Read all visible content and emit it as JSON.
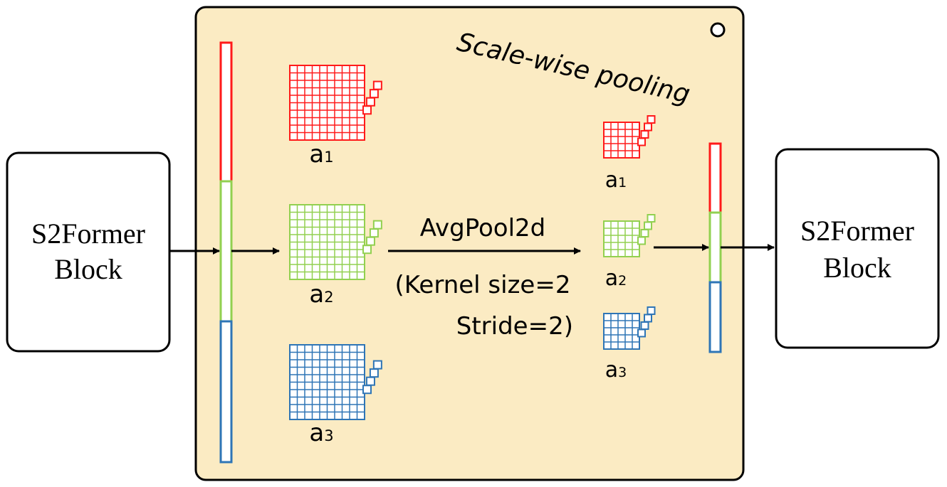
{
  "colors": {
    "panel_fill": "#fbebc3",
    "red": "#ff1a1a",
    "green": "#92d050",
    "blue": "#2e75b6",
    "ink": "#000000"
  },
  "blocks": {
    "input": {
      "line1": "S2Former",
      "line2": "Block"
    },
    "output": {
      "line1": "S2Former",
      "line2": "Block"
    }
  },
  "panel": {
    "title": "Scale-wise pooling",
    "corner_icon": "circle-icon"
  },
  "operation": {
    "name": "AvgPool2d",
    "param1": "(Kernel size=2",
    "param2": "Stride=2)"
  },
  "scales_in": [
    {
      "label": "a",
      "sub": "1",
      "color_key": "red",
      "grid": 10
    },
    {
      "label": "a",
      "sub": "2",
      "color_key": "green",
      "grid": 10
    },
    {
      "label": "a",
      "sub": "3",
      "color_key": "blue",
      "grid": 10
    }
  ],
  "scales_out": [
    {
      "label": "a",
      "sub": "1",
      "color_key": "red",
      "grid": 5
    },
    {
      "label": "a",
      "sub": "2",
      "color_key": "green",
      "grid": 5
    },
    {
      "label": "a",
      "sub": "3",
      "color_key": "blue",
      "grid": 5
    }
  ]
}
